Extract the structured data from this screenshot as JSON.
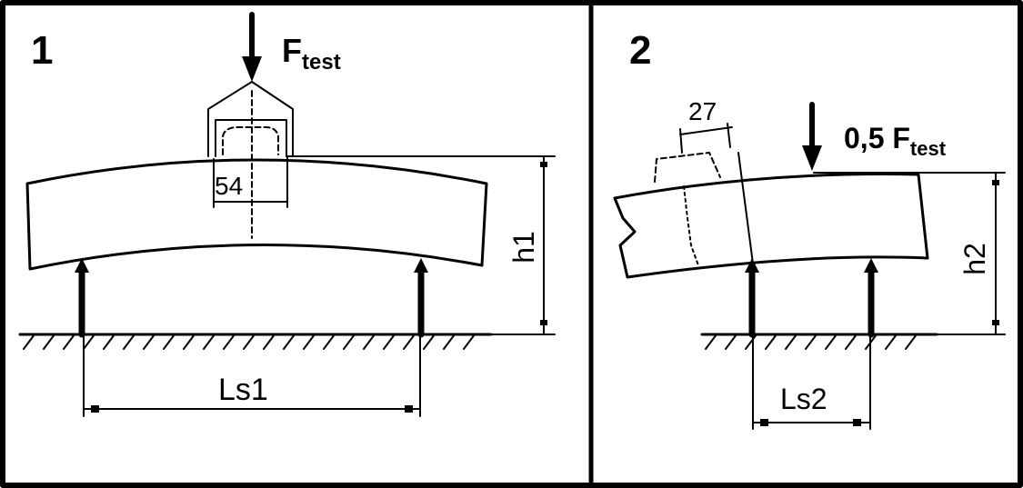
{
  "panel1": {
    "number": "1",
    "force_main": "F",
    "force_sub": "test",
    "dim_width": "54",
    "dim_height": "h1",
    "dim_span": "Ls1"
  },
  "panel2": {
    "number": "2",
    "force_prefix": "0,5 F",
    "force_sub": "test",
    "dim_width": "27",
    "dim_height": "h2",
    "dim_span": "Ls2"
  },
  "colors": {
    "ink": "#000000",
    "background": "#ffffff"
  }
}
